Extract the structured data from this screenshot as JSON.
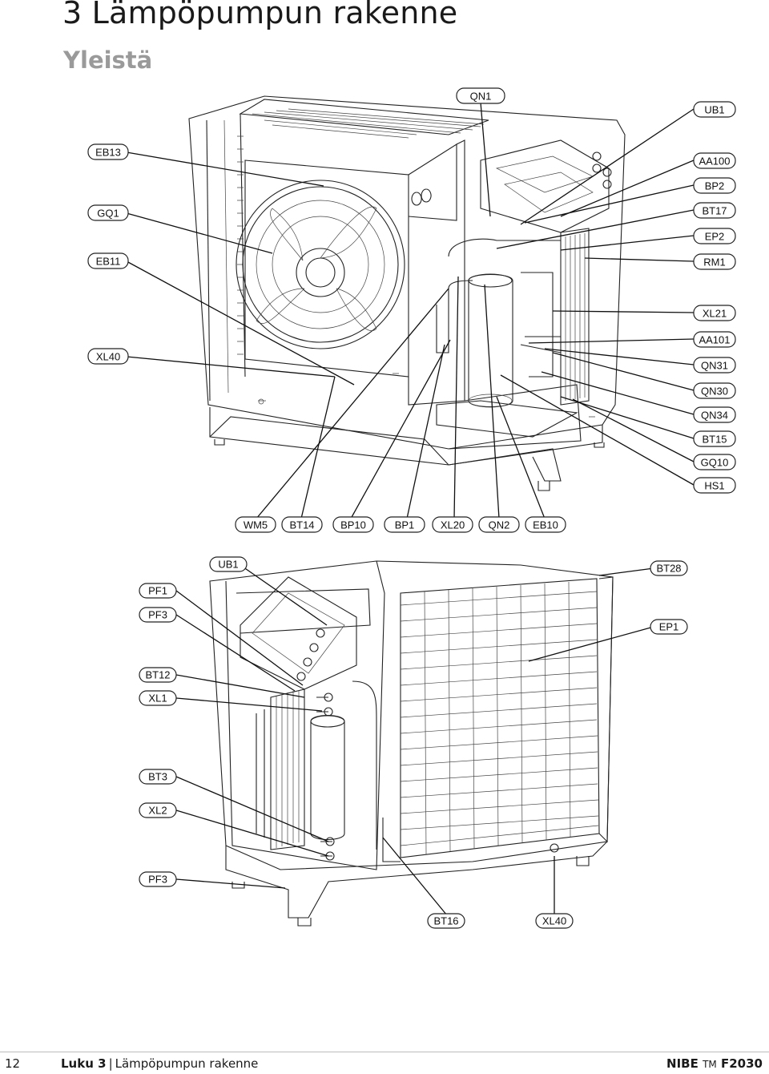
{
  "title": "3 Lämpöpumpun rakenne",
  "subtitle": "Yleistä",
  "footer": {
    "page_number": "12",
    "chapter_bold": "Luku 3",
    "separator": "|",
    "chapter_title": "Lämpöpumpun rakenne",
    "brand": "NIBE",
    "trademark": "TM",
    "model": "F2030"
  },
  "top_labels": {
    "QN1": "QN1",
    "UB1": "UB1",
    "EB13": "EB13",
    "AA100": "AA100",
    "BP2": "BP2",
    "GQ1": "GQ1",
    "BT17": "BT17",
    "EP2": "EP2",
    "EB11": "EB11",
    "RM1": "RM1",
    "XL21": "XL21",
    "XL40": "XL40",
    "AA101": "AA101",
    "QN31": "QN31",
    "QN30": "QN30",
    "QN34": "QN34",
    "BT15": "BT15",
    "GQ10": "GQ10",
    "HS1": "HS1",
    "WM5": "WM5",
    "BT14": "BT14",
    "BP10": "BP10",
    "BP1": "BP1",
    "XL20": "XL20",
    "QN2": "QN2",
    "EB10": "EB10"
  },
  "bottom_labels": {
    "UB1": "UB1",
    "BT28": "BT28",
    "PF1": "PF1",
    "PF3a": "PF3",
    "EP1": "EP1",
    "BT12": "BT12",
    "XL1": "XL1",
    "BT3": "BT3",
    "XL2": "XL2",
    "PF3b": "PF3",
    "BT16": "BT16",
    "XL40": "XL40"
  }
}
